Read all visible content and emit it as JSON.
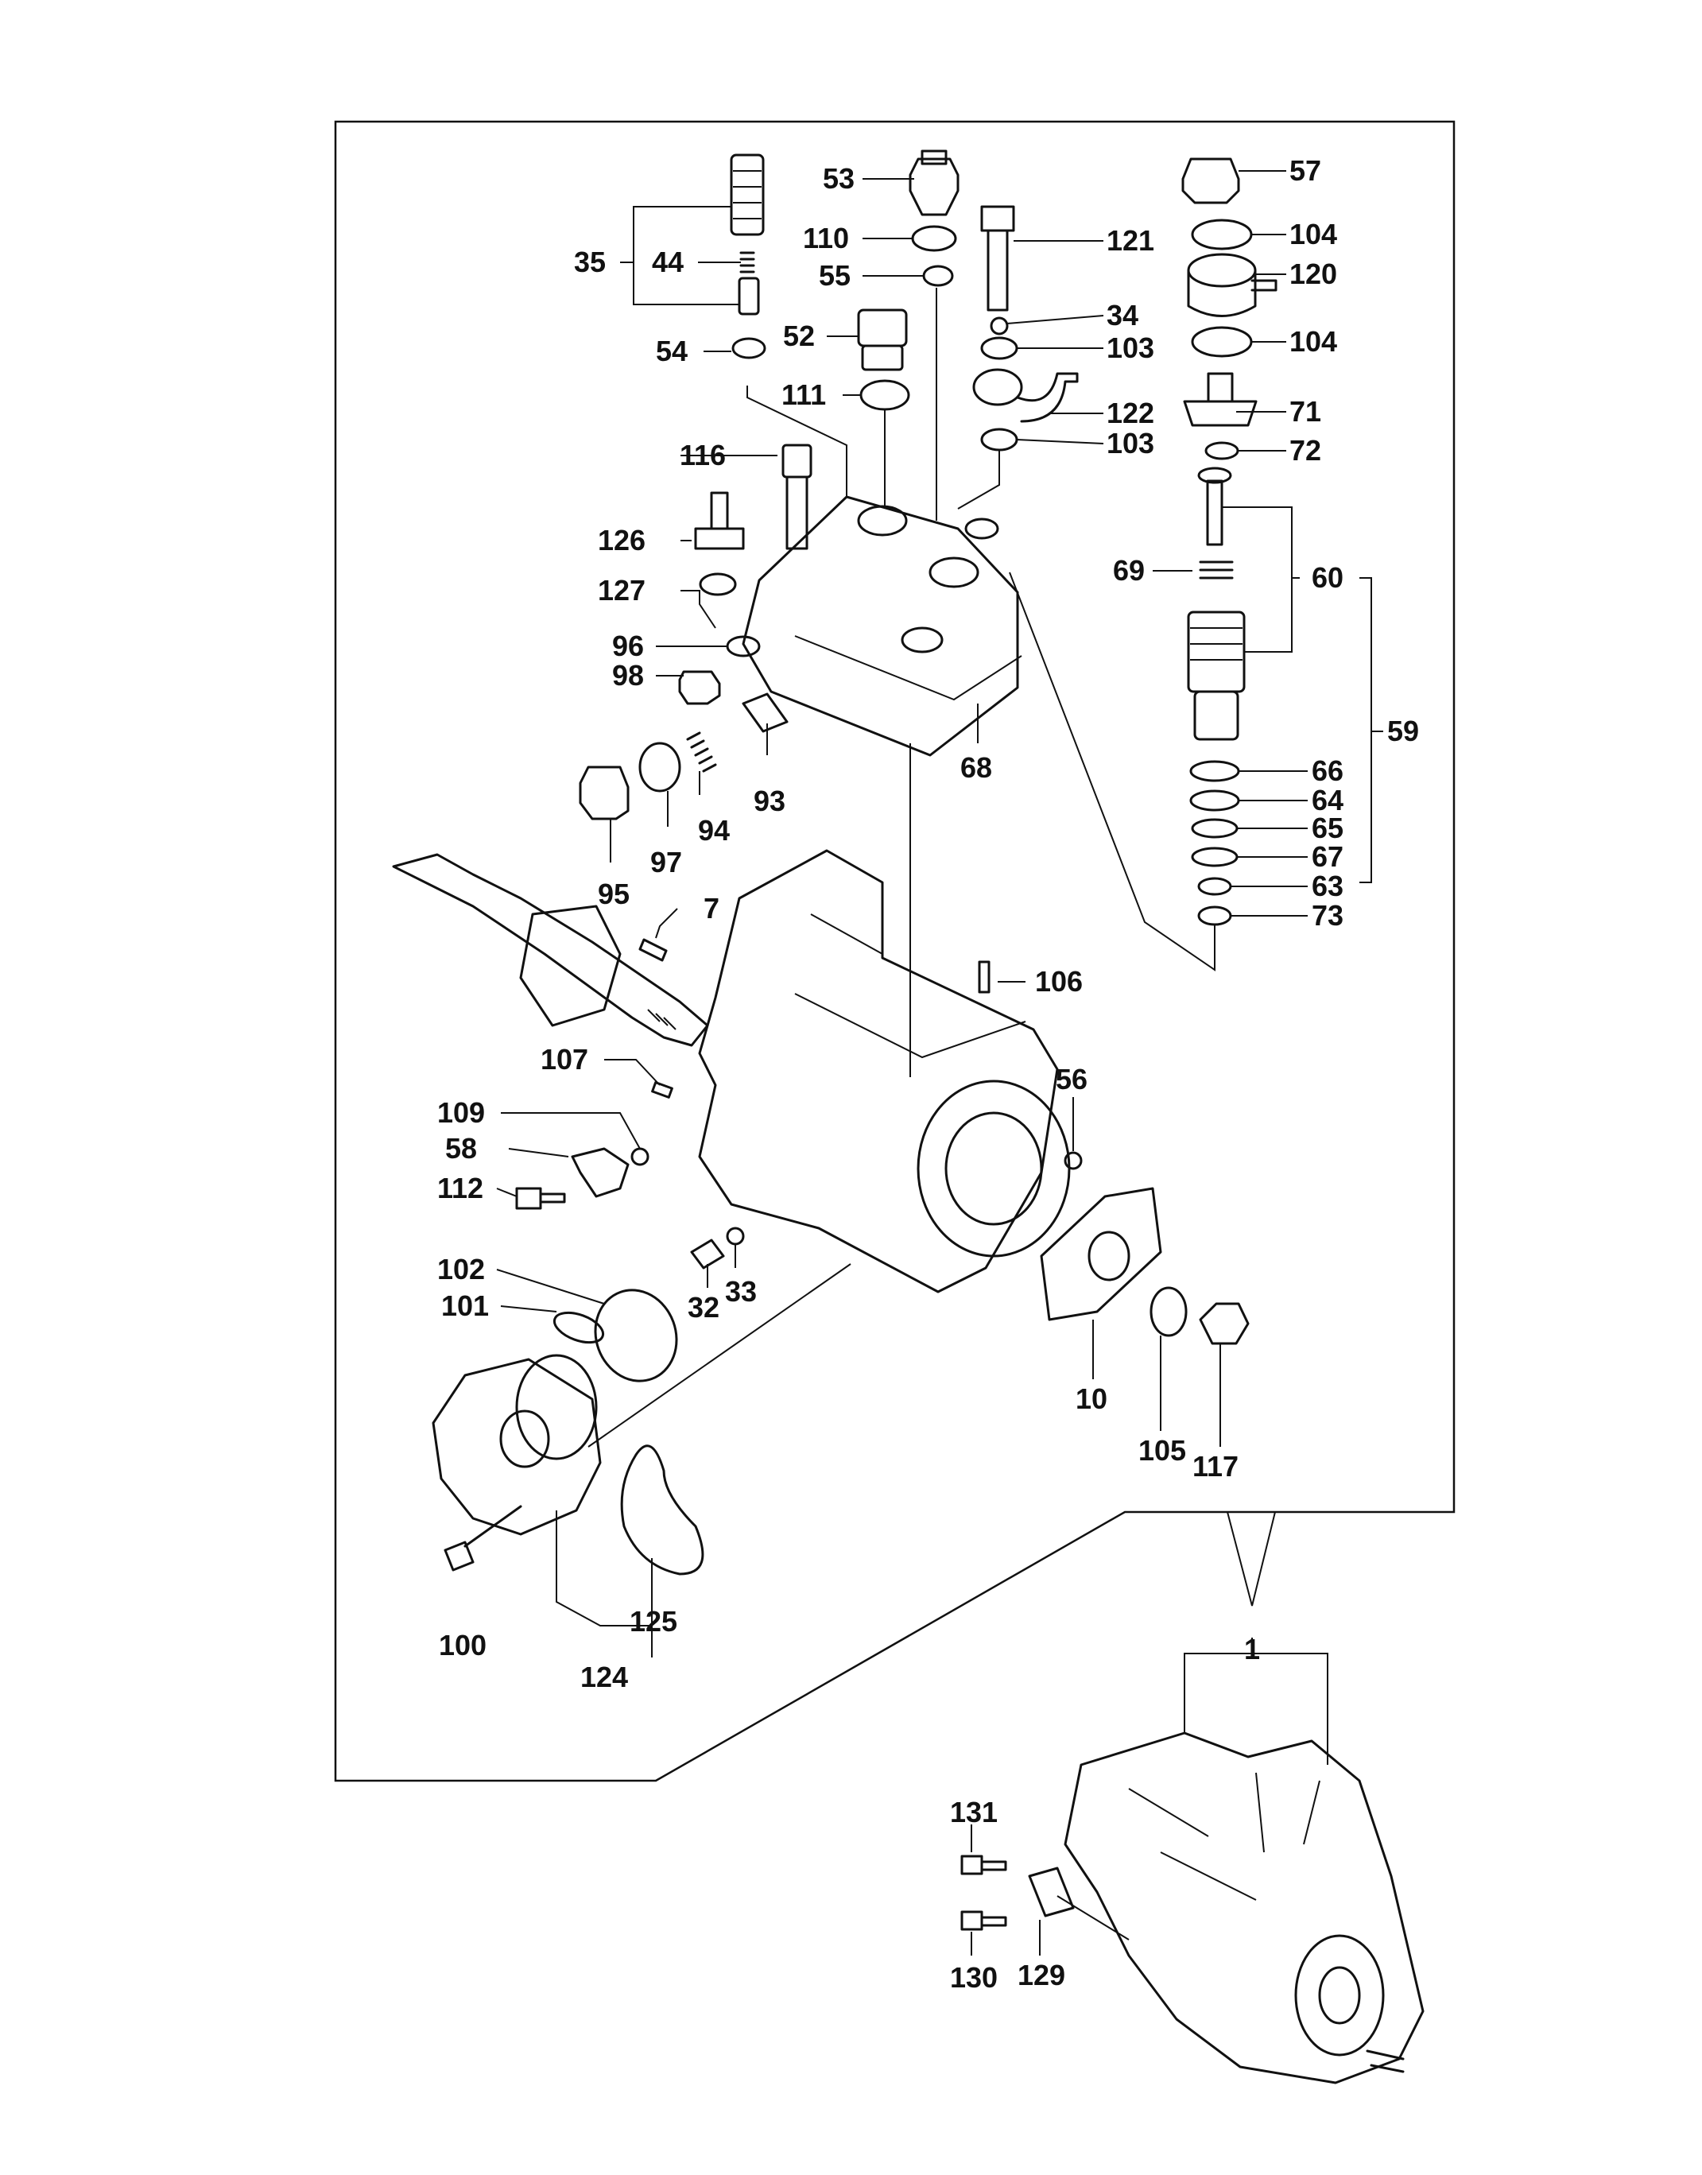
{
  "callouts": {
    "c1": "1",
    "c7": "7",
    "c10": "10",
    "c32": "32",
    "c33": "33",
    "c34": "34",
    "c35": "35",
    "c44": "44",
    "c52": "52",
    "c53": "53",
    "c54": "54",
    "c55": "55",
    "c56": "56",
    "c57": "57",
    "c58": "58",
    "c59": "59",
    "c60": "60",
    "c63": "63",
    "c64": "64",
    "c65": "65",
    "c66": "66",
    "c67": "67",
    "c68": "68",
    "c69": "69",
    "c71": "71",
    "c72": "72",
    "c73": "73",
    "c93": "93",
    "c94": "94",
    "c95": "95",
    "c96": "96",
    "c97": "97",
    "c98": "98",
    "c100": "100",
    "c101": "101",
    "c102": "102",
    "c103a": "103",
    "c103b": "103",
    "c104a": "104",
    "c104b": "104",
    "c105": "105",
    "c106": "106",
    "c107": "107",
    "c109": "109",
    "c110": "110",
    "c111": "111",
    "c112": "112",
    "c116": "116",
    "c117": "117",
    "c120": "120",
    "c121": "121",
    "c122": "122",
    "c124": "124",
    "c125": "125",
    "c126": "126",
    "c127": "127",
    "c129": "129",
    "c130": "130",
    "c131": "131"
  }
}
